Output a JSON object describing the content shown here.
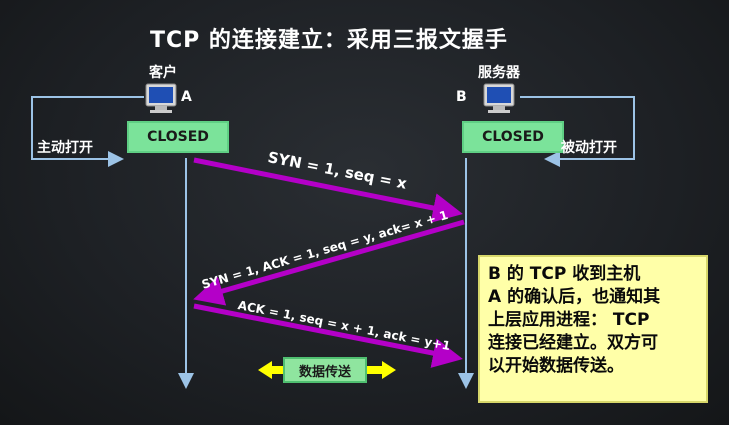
{
  "title": "TCP  的连接建立：采用三报文握手",
  "client": {
    "label": "客户",
    "letter": "A",
    "state": "CLOSED",
    "action": "主动打开"
  },
  "server": {
    "label": "服务器",
    "letter": "B",
    "state": "CLOSED",
    "action": "被动打开"
  },
  "messages": [
    {
      "text": "SYN = 1, seq = x"
    },
    {
      "text": "SYN = 1, ACK = 1, seq = y, ack= x + 1"
    },
    {
      "text": "ACK = 1, seq = x + 1, ack = y+1"
    }
  ],
  "data_transfer": "数据传送",
  "note_lines": [
    "B  的  TCP  收到主机",
    "A  的确认后，也通知其",
    "上层应用进程： TCP",
    "连接已经建立。双方可",
    "以开始数据传送。"
  ],
  "colors": {
    "arrow": "#b400c8",
    "timeline": "#9cc3e6",
    "closed_bg": "#7be39a",
    "note_bg": "#ffffa8",
    "data_arrow": "#ffff00"
  }
}
